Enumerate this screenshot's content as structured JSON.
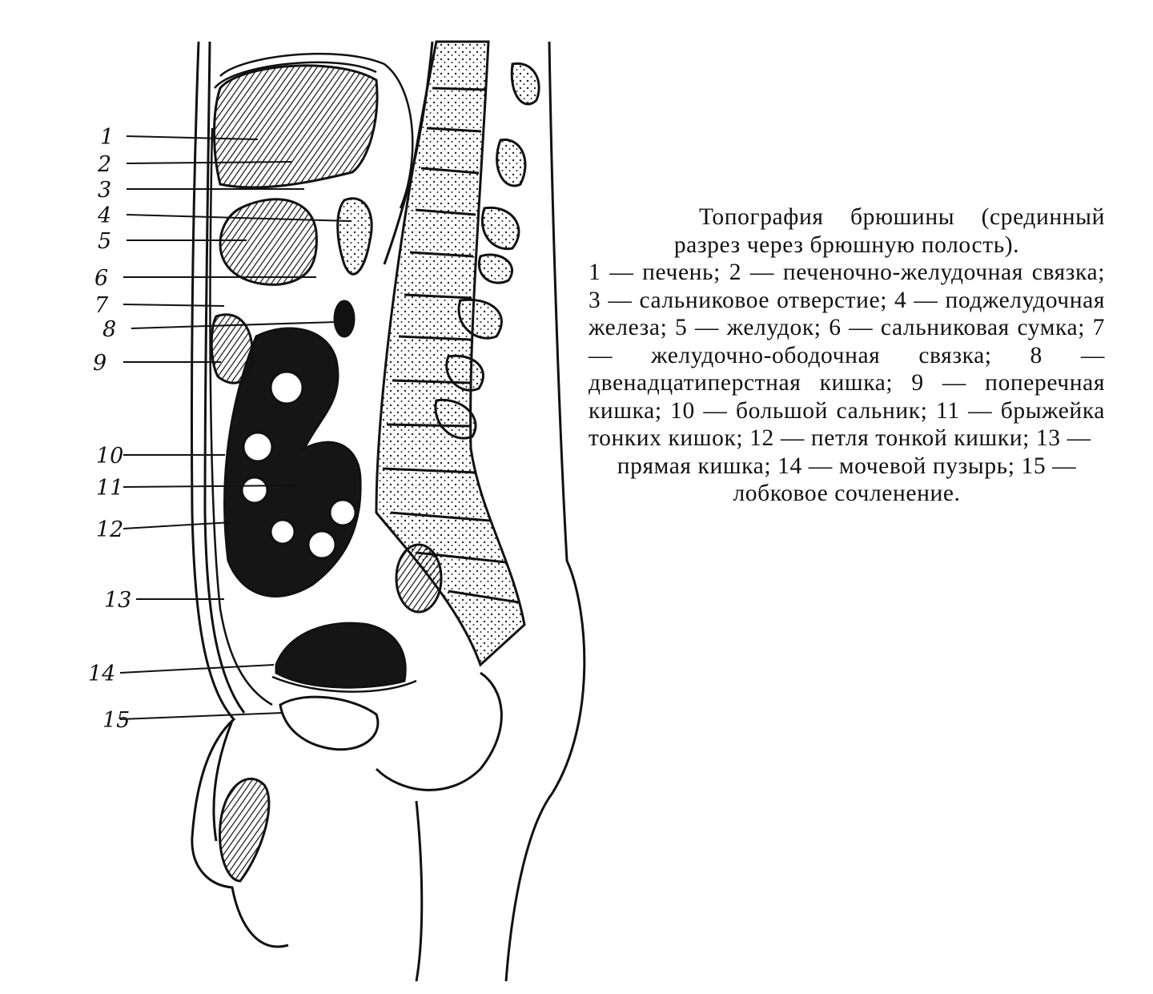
{
  "figure": {
    "labels": [
      "1",
      "2",
      "3",
      "4",
      "5",
      "6",
      "7",
      "8",
      "9",
      "10",
      "11",
      "12",
      "13",
      "14",
      "15"
    ]
  },
  "caption": {
    "title": "Топография брюшины (срединный разрез через брюшную полость).",
    "body": "1 — печень; 2 — печеночно-желудочная связка; 3 — сальниковое отверстие; 4 — поджелудочная железа; 5 — желудок; 6 — сальниковая сумка; 7 — желудочно-ободочная связка; 8 — двенадцатиперстная кишка; 9 — поперечная кишка; 10 — большой сальник; 11 — брыжейка тонких кишок; 12 — петля тонкой кишки; 13 —",
    "last": "прямая кишка; 14 — мочевой пузырь; 15 — лобковое сочленение."
  }
}
